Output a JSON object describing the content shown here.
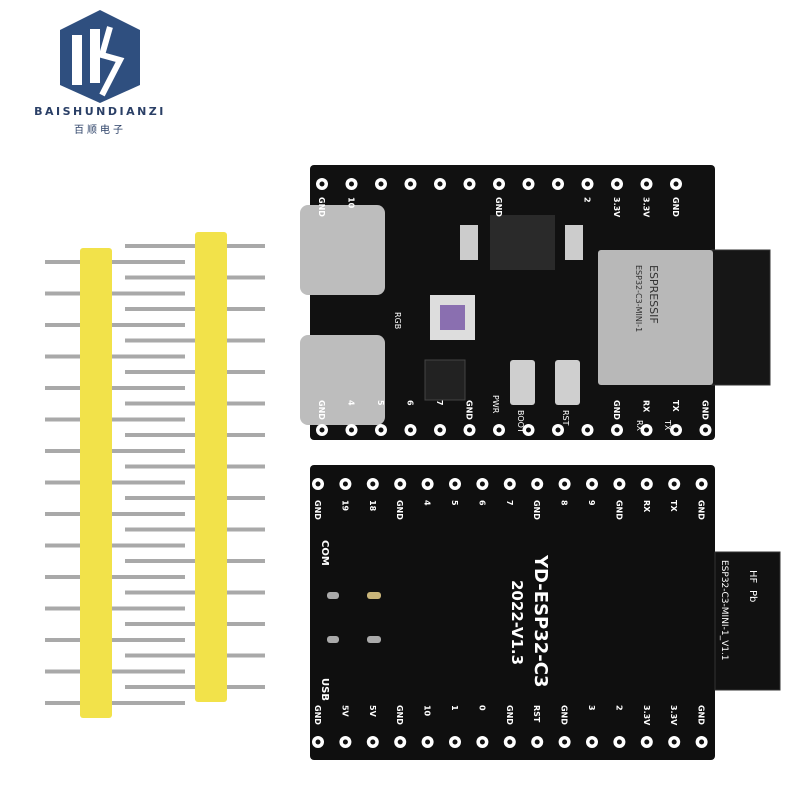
{
  "logo": {
    "text_en": "BAISHUNDIANZI",
    "text_cn": "百顺电子",
    "color": "#2f4f7f"
  },
  "top_board": {
    "top_pins": [
      "GND",
      "10",
      "",
      "",
      "",
      "",
      "GND",
      "",
      "",
      "2",
      "3.3V",
      "3.3V",
      "GND"
    ],
    "bottom_pins": [
      "GND",
      "4",
      "5",
      "6",
      "7",
      "GND",
      "",
      "",
      "",
      "",
      "GND",
      "RX",
      "TX",
      "GND"
    ],
    "module_brand": "ESPRESSIF",
    "module_name": "ESP32-C3-MINI-1",
    "buttons": [
      "BOOT",
      "RST"
    ],
    "leds": [
      "PWR",
      "RX",
      "TX"
    ],
    "rgb_label": "RGB"
  },
  "bottom_board": {
    "title": "YD-ESP32-C3",
    "version": "2022-V1.3",
    "com_label": "COM",
    "usb_label": "USB",
    "top_pins": [
      "GND",
      "19",
      "18",
      "GND",
      "4",
      "5",
      "6",
      "7",
      "GND",
      "8",
      "9",
      "GND",
      "RX",
      "TX",
      "GND"
    ],
    "bottom_pins": [
      "GND",
      "5V",
      "5V",
      "GND",
      "10",
      "1",
      "0",
      "GND",
      "RST",
      "GND",
      "3",
      "2",
      "3.3V",
      "3.3V",
      "GND"
    ],
    "module_back_label": "ESP32-C3-MINI-1_V1.1",
    "marks": [
      "HF",
      "Pb"
    ]
  },
  "colors": {
    "pcb": "#111111",
    "header_plastic": "#f2e24a",
    "pin_metal": "#a9a9a9",
    "silk": "#ffffff"
  }
}
